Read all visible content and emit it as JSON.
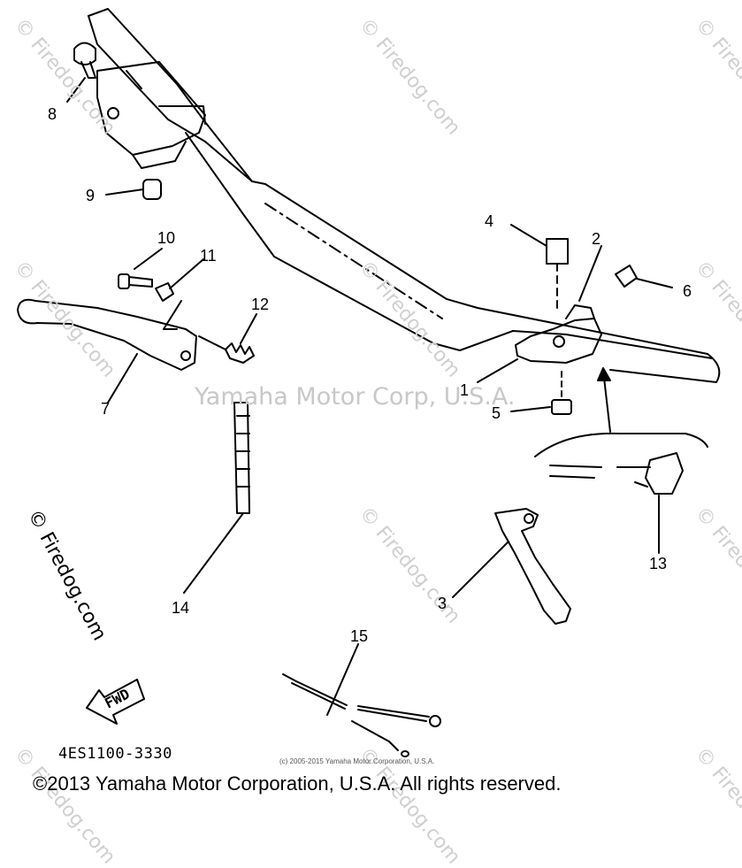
{
  "callouts": [
    "1",
    "2",
    "3",
    "4",
    "5",
    "6",
    "7",
    "8",
    "9",
    "10",
    "11",
    "12",
    "13",
    "14",
    "15"
  ],
  "watermark_center": "Yamaha Motor Corp, U.S.A.",
  "watermark_tile": "© Firedog.com",
  "watermark_side": "© Firedog.com",
  "fwd_label": "FWD",
  "diagram_code": "4ES1100-3330",
  "small_copyright": "(c) 2005-2015 Yamaha Motor Corporation, U.S.A.",
  "copyright": "©2013 Yamaha Motor Corporation, U.S.A. All rights reserved."
}
